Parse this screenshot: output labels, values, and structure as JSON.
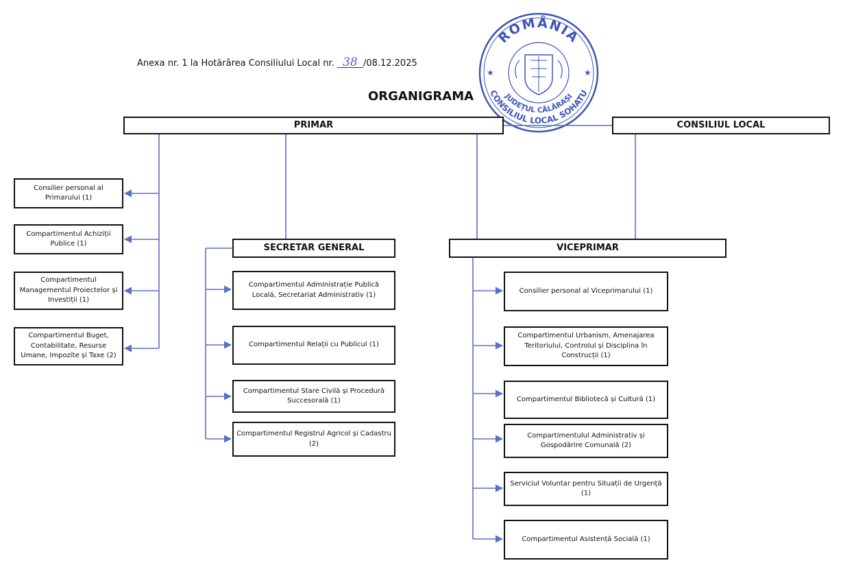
{
  "header": {
    "annex_prefix": "Anexa nr. 1 la Hotărârea Consiliului Local nr.",
    "decision_number": "38",
    "annex_date": "/08.12.2025",
    "title": "ORGANIGRAMA"
  },
  "seal": {
    "top_text": "ROMÂNIA",
    "line1": "JUDEȚUL CĂLĂRAȘI",
    "line2": "CONSILIUL LOCAL SOHATU",
    "color": "#3d53b8"
  },
  "colors": {
    "connector": "#5b6fc6",
    "border": "#111111"
  },
  "chart": {
    "primar": "PRIMAR",
    "consiliu": "CONSILIUL LOCAL",
    "secretar": "SECRETAR GENERAL",
    "viceprimar": "VICEPRIMAR",
    "left_boxes": [
      "Consilier personal al Primarului (1)",
      "Compartimentul Achiziții Publice (1)",
      "Compartimentul Managementul Proiectelor și Investiții (1)",
      "Compartimentul Buget, Contabilitate, Resurse Umane, Impozite și Taxe (2)"
    ],
    "secretar_boxes": [
      "Compartimentul Administrație Publică Locală, Secretariat Administrativ (1)",
      "Compartimentul Relații cu Publicul (1)",
      "Compartimentul Stare Civilă și Procedură Succesorală (1)",
      "Compartimentul Registrul Agricol și Cadastru (2)"
    ],
    "vice_boxes": [
      "Consilier personal al Viceprimarului (1)",
      "Compartimentul Urbanism, Amenajarea Teritoriului, Controlul și Disciplina în Construcții (1)",
      "Compartimentul Bibliotecă și Cultură (1)",
      "Compartimentulul Administrativ și Gospodărire Comunală (2)",
      "Serviciul Voluntar pentru Situații de Urgență (1)",
      "Compartimentul Asistență Socială (1)"
    ]
  }
}
